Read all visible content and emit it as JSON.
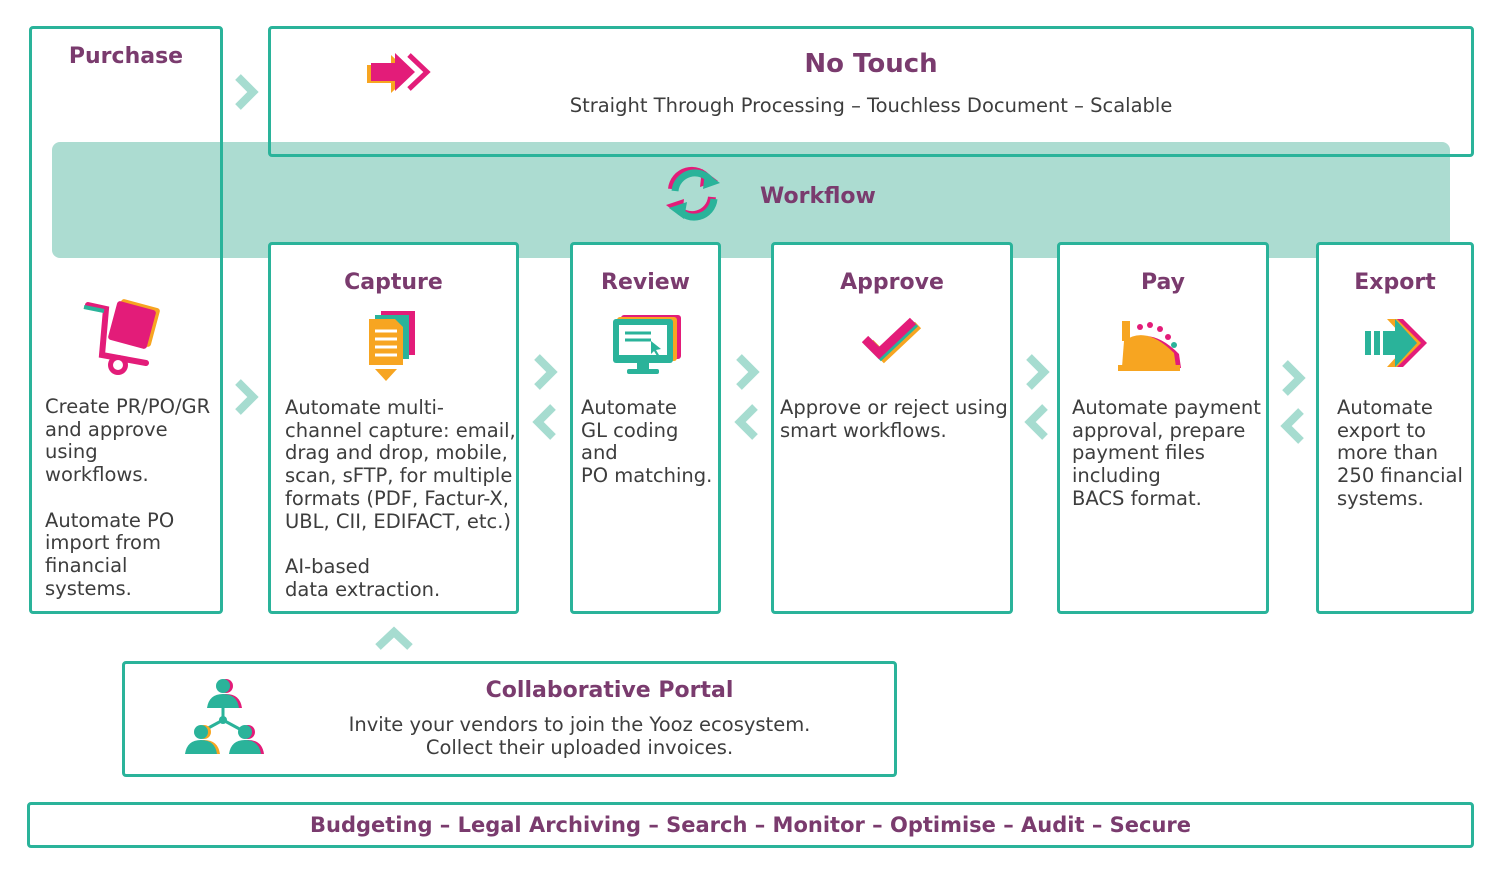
{
  "purchase": {
    "title": "Purchase",
    "text": "Create PR/PO/GR\nand approve\nusing\nworkflows.\n\nAutomate PO\nimport from\nfinancial systems.",
    "icon": "trolley-icon"
  },
  "no_touch": {
    "title": "No Touch",
    "subtitle": "Straight Through Processing – Touchless Document – Scalable",
    "icon": "double-arrow-icon"
  },
  "workflow": {
    "label": "Workflow",
    "icon": "refresh-icon"
  },
  "steps": [
    {
      "title": "Capture",
      "icon": "document-icon",
      "text": "Automate multi-\nchannel capture: email,\ndrag and drop, mobile,\nscan, sFTP, for multiple\nformats (PDF, Factur-X,\nUBL, CII, EDIFACT, etc.)\n\nAI-based\ndata extraction."
    },
    {
      "title": "Review",
      "icon": "monitor-icon",
      "text": "Automate\nGL coding\nand\nPO matching."
    },
    {
      "title": "Approve",
      "icon": "checkmark-icon",
      "text": "Approve or reject using\nsmart workflows."
    },
    {
      "title": "Pay",
      "icon": "cash-register-icon",
      "text": "Automate payment\napproval, prepare\npayment files\nincluding\nBACS format."
    },
    {
      "title": "Export",
      "icon": "export-arrow-icon",
      "text": "Automate\nexport to\nmore than\n250 financial\nsystems."
    }
  ],
  "portal": {
    "title": "Collaborative Portal",
    "line1": "Invite your vendors to join the Yooz ecosystem.",
    "line2": "Collect their uploaded invoices.",
    "icon": "people-network-icon"
  },
  "footer": {
    "text": "Budgeting – Legal Archiving – Search – Monitor – Optimise – Audit – Secure"
  },
  "colors": {
    "teal": "#2ab39a",
    "band": "#acdcd1",
    "chevron": "#a6dcd0",
    "title": "#7a3b6e",
    "magenta": "#e31c79",
    "orange": "#f7a521"
  }
}
